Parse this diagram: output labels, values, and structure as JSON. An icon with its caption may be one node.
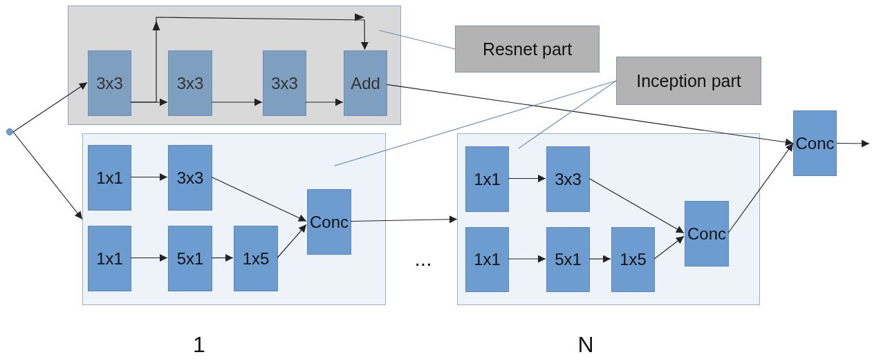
{
  "diagram": {
    "nodes": [
      {
        "text": [],
        "shape": "circle"
      },
      {
        "text": [],
        "shape": "box"
      },
      {
        "text": [
          "3x3"
        ],
        "in": 1
      },
      {
        "text": [
          "3x3"
        ],
        "in": 1
      },
      {
        "text": [
          "3x3"
        ],
        "in": 1
      },
      {
        "text": [
          "Add"
        ],
        "in": 1
      },
      {
        "text": [
          "Resnet part"
        ]
      },
      {
        "text": [
          "Inception part"
        ]
      },
      {
        "text": [],
        "shape": "box"
      },
      {
        "text": [
          "1x1"
        ],
        "in": 8
      },
      {
        "text": [
          "3x3"
        ],
        "in": 8
      },
      {
        "text": [
          "1x1"
        ],
        "in": 8
      },
      {
        "text": [
          "5x1"
        ],
        "in": 8
      },
      {
        "text": [
          "1x5"
        ],
        "in": 8
      },
      {
        "text": [
          "Conc"
        ],
        "in": 8
      },
      {
        "text": [],
        "shape": "box"
      },
      {
        "text": [
          "1x1"
        ],
        "in": 15
      },
      {
        "text": [
          "3x3"
        ],
        "in": 15
      },
      {
        "text": [
          "1x1"
        ],
        "in": 15
      },
      {
        "text": [
          "5x1"
        ],
        "in": 15
      },
      {
        "text": [
          "1x5"
        ],
        "in": 15
      },
      {
        "text": [
          "Conc"
        ],
        "in": 15
      },
      {
        "text": [
          "Conc"
        ]
      }
    ],
    "edges": [
      {
        "from": 0,
        "to": 2,
        "arrow": "to"
      },
      {
        "from": 0,
        "to": 8,
        "arrow": "to"
      },
      {
        "from": 2,
        "to": 3,
        "arrow": "to"
      },
      {
        "from": 2,
        "to": 5,
        "arrow": "to"
      },
      {
        "from": 3,
        "to": 4,
        "arrow": "to"
      },
      {
        "from": 4,
        "to": 5,
        "arrow": "to"
      },
      {
        "from": 5,
        "to": 22,
        "arrow": "to"
      },
      {
        "from": 6,
        "to": 1,
        "arrow": "none",
        "color": "#6c8fb5"
      },
      {
        "from": 7,
        "to": 8,
        "arrow": "none",
        "color": "#6c8fb5"
      },
      {
        "from": 7,
        "to": 15,
        "arrow": "none",
        "color": "#6c8fb5"
      },
      {
        "from": 9,
        "to": 10,
        "arrow": "to"
      },
      {
        "from": 11,
        "to": 12,
        "arrow": "to"
      },
      {
        "from": 12,
        "to": 13,
        "arrow": "to"
      },
      {
        "from": 10,
        "to": 14,
        "arrow": "to"
      },
      {
        "from": 13,
        "to": 14,
        "arrow": "to"
      },
      {
        "from": 14,
        "to": 15,
        "arrow": "to"
      },
      {
        "from": 16,
        "to": 17,
        "arrow": "to"
      },
      {
        "from": 18,
        "to": 19,
        "arrow": "to"
      },
      {
        "from": 19,
        "to": 20,
        "arrow": "to"
      },
      {
        "from": 17,
        "to": 21,
        "arrow": "to"
      },
      {
        "from": 20,
        "to": 21,
        "arrow": "to"
      },
      {
        "from": 21,
        "to": 22,
        "arrow": "to"
      },
      {
        "from": 22,
        "to": null,
        "arrow": "to"
      }
    ],
    "labels": [
      "...",
      "1",
      "N"
    ]
  }
}
